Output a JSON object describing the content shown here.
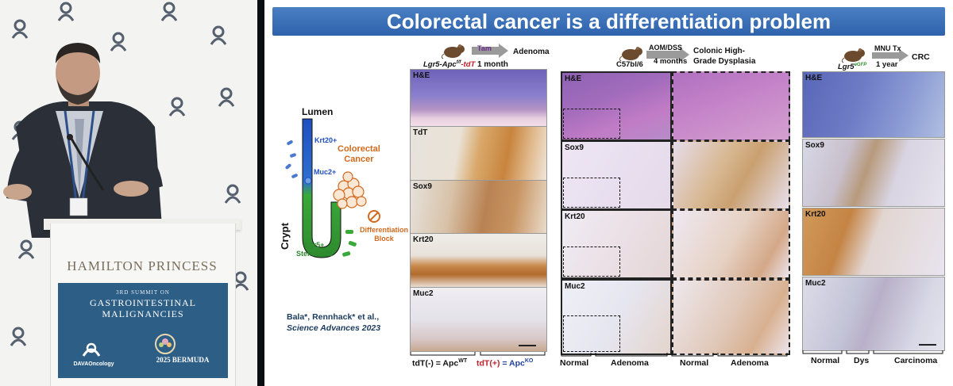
{
  "video": {
    "podium": {
      "hamilton_line": "HAMILTON PRINCESS",
      "summit_line": "3RD SUMMIT ON",
      "event_line1": "GASTROINTESTINAL",
      "event_line2": "MALIGNANCIES",
      "dava_logo": "DAVAOncology",
      "bermuda_logo": "2025 BERMUDA"
    },
    "colors": {
      "banner": "#2d5e86",
      "suit": "#2b3038"
    }
  },
  "slide": {
    "title": "Colorectal cancer is a differentiation problem",
    "colors": {
      "title_bar": "#3a6fb8",
      "crypt_blue": "#1f4fbf",
      "crypt_green": "#3aa83a",
      "cancer_orange": "#d2691e"
    },
    "diagram": {
      "lumen": "Lumen",
      "krt20": "Krt20+",
      "muc2": "Muc2+",
      "crypt": "Crypt",
      "lgr5_line1": "Lgr5+",
      "lgr5_line2": "Stem Cells",
      "cancer_line1": "Colorectal",
      "cancer_line2": "Cancer",
      "block_line1": "Differentiation",
      "block_line2": "Block"
    },
    "citation_line1": "Bala*, Rennhack* et al.,",
    "citation_line2": "Science Advances 2023",
    "panel1": {
      "model": "Lgr5-Apc",
      "model_sup": "f/f",
      "model_suffix": "-tdT",
      "treatment": "Tam",
      "duration": "1 month",
      "outcome": "Adenoma",
      "rows": [
        "H&E",
        "TdT",
        "Sox9",
        "Krt20",
        "Muc2"
      ],
      "bottom_left": "tdT(-) = Apc",
      "bottom_left_sup": "WT",
      "bottom_right_prefix": "tdT(+)",
      "bottom_right_eq": " = Apc",
      "bottom_right_sup": "KO"
    },
    "panel2": {
      "model": "C57bl/6",
      "treatment": "AOM/DSS",
      "duration": "4 months",
      "outcome_line1": "Colonic High-",
      "outcome_line2": "Grade Dysplasia",
      "rows": [
        "H&E",
        "Sox9",
        "Krt20",
        "Muc2"
      ],
      "bottom": [
        "Normal",
        "Adenoma",
        "Normal",
        "Adenoma"
      ]
    },
    "panel3": {
      "model": "Lgr5",
      "model_sup": "eGFP",
      "treatment": "MNU Tx",
      "duration": "1 year",
      "outcome": "CRC",
      "rows": [
        "H&E",
        "Sox9",
        "Krt20",
        "Muc2"
      ],
      "bottom": [
        "Normal",
        "Dys",
        "Carcinoma"
      ]
    }
  }
}
